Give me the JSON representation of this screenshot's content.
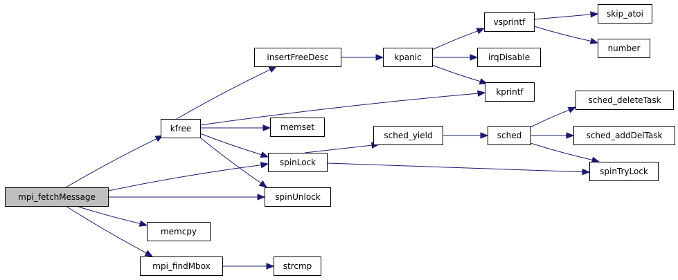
{
  "graph": {
    "nodes": [
      {
        "id": "mpi_fetchMessage",
        "label": "mpi_fetchMessage",
        "root": true
      },
      {
        "id": "kfree",
        "label": "kfree"
      },
      {
        "id": "memcpy",
        "label": "memcpy"
      },
      {
        "id": "mpi_findMbox",
        "label": "mpi_findMbox"
      },
      {
        "id": "insertFreeDesc",
        "label": "insertFreeDesc"
      },
      {
        "id": "memset",
        "label": "memset"
      },
      {
        "id": "spinLock",
        "label": "spinLock"
      },
      {
        "id": "spinUnlock",
        "label": "spinUnlock"
      },
      {
        "id": "strcmp",
        "label": "strcmp"
      },
      {
        "id": "kpanic",
        "label": "kpanic"
      },
      {
        "id": "sched_yield",
        "label": "sched_yield"
      },
      {
        "id": "vsprintf",
        "label": "vsprintf"
      },
      {
        "id": "irqDisable",
        "label": "irqDisable"
      },
      {
        "id": "kprintf",
        "label": "kprintf"
      },
      {
        "id": "sched",
        "label": "sched"
      },
      {
        "id": "skip_atoi",
        "label": "skip_atoi"
      },
      {
        "id": "number",
        "label": "number"
      },
      {
        "id": "sched_deleteTask",
        "label": "sched_deleteTask"
      },
      {
        "id": "sched_addDelTask",
        "label": "sched_addDelTask"
      },
      {
        "id": "spinTryLock",
        "label": "spinTryLock"
      }
    ],
    "edges": [
      {
        "from": "mpi_fetchMessage",
        "to": "kfree"
      },
      {
        "from": "mpi_fetchMessage",
        "to": "spinLock"
      },
      {
        "from": "mpi_fetchMessage",
        "to": "spinUnlock"
      },
      {
        "from": "mpi_fetchMessage",
        "to": "memcpy"
      },
      {
        "from": "mpi_fetchMessage",
        "to": "mpi_findMbox"
      },
      {
        "from": "kfree",
        "to": "insertFreeDesc"
      },
      {
        "from": "kfree",
        "to": "kprintf"
      },
      {
        "from": "kfree",
        "to": "memset"
      },
      {
        "from": "kfree",
        "to": "spinLock"
      },
      {
        "from": "kfree",
        "to": "spinUnlock"
      },
      {
        "from": "mpi_findMbox",
        "to": "strcmp"
      },
      {
        "from": "insertFreeDesc",
        "to": "kpanic"
      },
      {
        "from": "kpanic",
        "to": "vsprintf"
      },
      {
        "from": "kpanic",
        "to": "irqDisable"
      },
      {
        "from": "kpanic",
        "to": "kprintf"
      },
      {
        "from": "vsprintf",
        "to": "skip_atoi"
      },
      {
        "from": "vsprintf",
        "to": "number"
      },
      {
        "from": "spinLock",
        "to": "sched_yield"
      },
      {
        "from": "spinLock",
        "to": "spinTryLock"
      },
      {
        "from": "sched_yield",
        "to": "sched"
      },
      {
        "from": "sched",
        "to": "sched_deleteTask"
      },
      {
        "from": "sched",
        "to": "sched_addDelTask"
      },
      {
        "from": "sched",
        "to": "spinTryLock"
      }
    ]
  },
  "colors": {
    "edge": "#191970",
    "node_border": "#000000",
    "root_fill": "#bfbfbf",
    "node_fill": "#ffffff"
  }
}
